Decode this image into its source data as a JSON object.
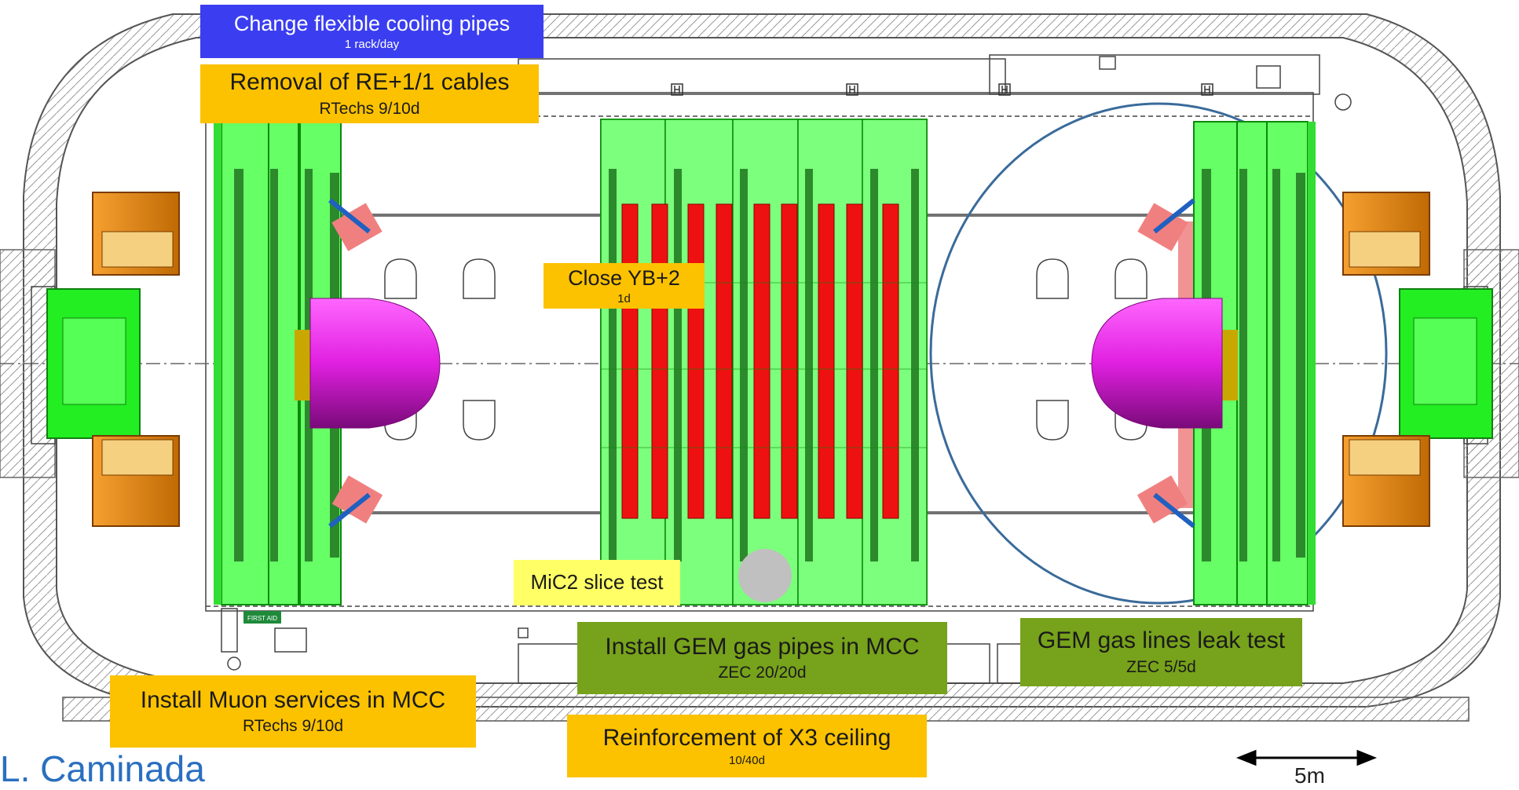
{
  "labels": {
    "cooling": {
      "title": "Change flexible cooling pipes",
      "sub": "1 rack/day"
    },
    "re11": {
      "title": "Removal of RE+1/1 cables",
      "sub": "RTechs   9/10d"
    },
    "yb2": {
      "title": "Close YB+2",
      "sub": "1d"
    },
    "mic2": {
      "title": "MiC2 slice test"
    },
    "gem_pipes": {
      "title": "Install GEM gas pipes in MCC",
      "sub": "ZEC   20/20d"
    },
    "gem_leak": {
      "title": "GEM gas lines leak test",
      "sub": "ZEC 5/5d"
    },
    "muon": {
      "title": "Install Muon services in MCC",
      "sub": "RTechs   9/10d"
    },
    "x3": {
      "title": "Reinforcement of X3 ceiling",
      "sub": "10/40d"
    }
  },
  "sign": "FIRST AID",
  "scale": {
    "label": "5m"
  },
  "corner_text": "L. Caminada",
  "colors": {
    "task_orange": "#fcc200",
    "task_olive": "#77a21b",
    "task_blue": "#3b3ef0",
    "task_yellow": "#ffff66",
    "detector_green": "#66ff66",
    "endcap_magenta": "#e020e0",
    "barrel_red": "#ee1111",
    "forward_orange": "#e98a10"
  }
}
